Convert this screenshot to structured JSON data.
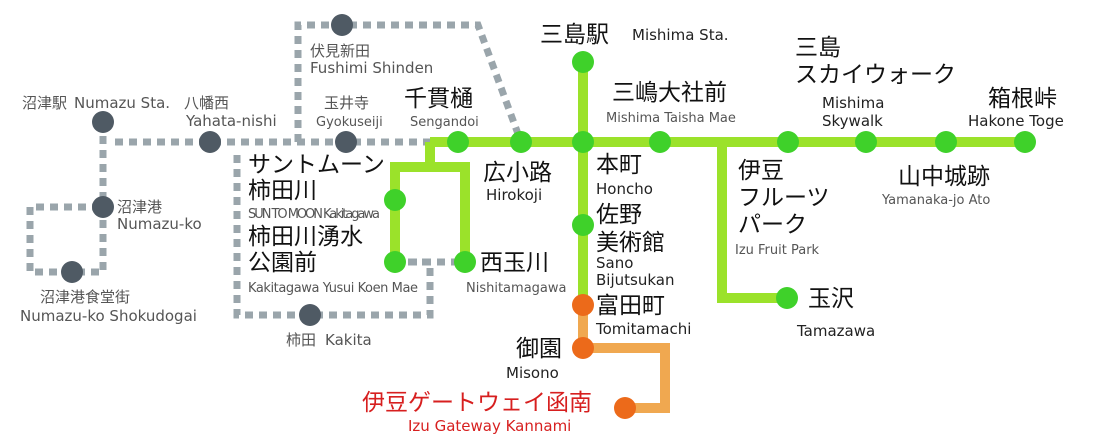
{
  "colors": {
    "main": "#9be22a",
    "station": "#3fd12a",
    "gray_line": "#9aa5ab",
    "gray_station": "#4f5a64",
    "orange_line": "#f0a850",
    "orange_station": "#ec6a1a",
    "red_text": "#d71f1f"
  },
  "stations": {
    "mishima_sta": {
      "ja": "三島駅",
      "en": "Mishima Sta."
    },
    "mishima_taisha": {
      "ja": "三嶋大社前",
      "en": "Mishima Taisha Mae"
    },
    "skywalk": {
      "ja1": "三島",
      "ja2": "スカイウォーク",
      "en1": "Mishima",
      "en2": "Skywalk"
    },
    "hakone": {
      "ja": "箱根峠",
      "en": "Hakone Toge"
    },
    "sengandoi": {
      "ja": "千貫樋",
      "en": "Sengandoi"
    },
    "hirokoji": {
      "ja": "広小路",
      "en": "Hirokoji"
    },
    "honcho": {
      "ja": "本町",
      "en": "Honcho"
    },
    "sano": {
      "ja1": "佐野",
      "ja2": "美術館",
      "en1": "Sano",
      "en2": "Bijutsukan"
    },
    "tomitamachi": {
      "ja": "富田町",
      "en": "Tomitamachi"
    },
    "misono": {
      "ja": "御園",
      "en": "Misono"
    },
    "izu_gateway": {
      "ja": "伊豆ゲートウェイ函南",
      "en": "Izu Gateway Kannami"
    },
    "fruit_park": {
      "ja1": "伊豆",
      "ja2": "フルーツ",
      "ja3": "パーク",
      "en": "Izu Fruit Park"
    },
    "yamanaka": {
      "ja": "山中城跡",
      "en": "Yamanaka-jo Ato"
    },
    "tamazawa": {
      "ja": "玉沢",
      "en": "Tamazawa"
    },
    "sun_to_moon": {
      "ja1": "サントムーン",
      "ja2": "柿田川",
      "en": "SUN TO MOON Kakitagawa"
    },
    "kakitagawa_yusui": {
      "ja1": "柿田川湧水",
      "ja2": "公園前",
      "en": "Kakitagawa Yusui Koen Mae"
    },
    "nishitamagawa": {
      "ja": "西玉川",
      "en": "Nishitamagawa"
    },
    "fushimi": {
      "ja": "伏見新田",
      "en": "Fushimi Shinden"
    },
    "gyokuseiji": {
      "ja": "玉井寺",
      "en": "Gyokuseiji"
    },
    "yahata": {
      "ja": "八幡西",
      "en": "Yahata-nishi"
    },
    "numazu_sta": {
      "ja": "沼津駅",
      "en": "Numazu Sta."
    },
    "numazu_ko": {
      "ja": "沼津港",
      "en": "Numazu-ko"
    },
    "shokudogai": {
      "ja": "沼津港食堂街",
      "en": "Numazu-ko Shokudogai"
    },
    "kakita": {
      "ja": "柿田",
      "en": "Kakita"
    }
  }
}
